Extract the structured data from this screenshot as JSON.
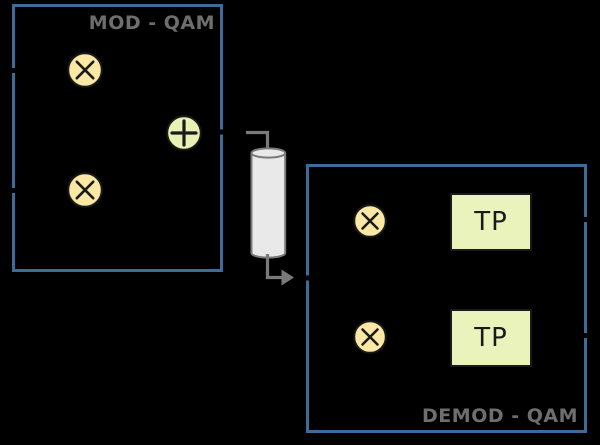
{
  "diagram": {
    "mod_block": {
      "title": "MOD - QAM"
    },
    "demod_block": {
      "title": "DEMOD - QAM"
    },
    "filters": [
      {
        "label": "TP"
      },
      {
        "label": "TP"
      }
    ],
    "icons": {
      "multiply_icon": "⊗",
      "plus_icon": "⊕",
      "channel_cylinder": "cylinder",
      "arrow_right_icon": "→"
    },
    "colors": {
      "background": "#000000",
      "block_border": "#3d6b9a",
      "block_title": "#6e6e6e",
      "multiplier_fill": "#fbe8a4",
      "adder_fill": "#e9f2b4",
      "filter_fill": "#eaf3bc",
      "symbol_stroke": "#1a1a1a",
      "channel_fill": "#e9e9e9",
      "channel_stroke": "#7a7a7a",
      "connector": "#7a7a7a",
      "port_tick": "#000000"
    }
  }
}
